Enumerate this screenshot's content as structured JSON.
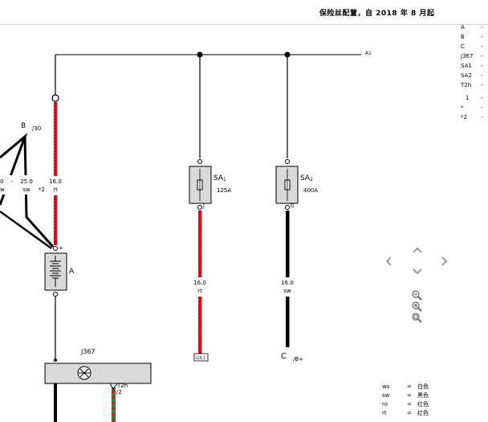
{
  "header": {
    "title": "保险丝配置，自 2018 年 8 月起"
  },
  "right_legend": [
    {
      "key": "A",
      "dash": "-"
    },
    {
      "key": "B",
      "dash": "-"
    },
    {
      "key": "C",
      "dash": "-"
    },
    {
      "key": "J367",
      "dash": "-"
    },
    {
      "key": "SA1",
      "dash": "-"
    },
    {
      "key": "SA2",
      "dash": "-"
    },
    {
      "key": "T2h",
      "dash": "-"
    },
    {
      "key": "1",
      "dash": "-"
    },
    {
      "key": "*",
      "dash": "-"
    },
    {
      "key": "*2",
      "dash": "-"
    }
  ],
  "diagram": {
    "bus_label": "A1",
    "b_label": "B",
    "b_ref": "/30",
    "wire_left_a": {
      "size": "0",
      "color": "w"
    },
    "wire_left_b": {
      "size": "25.0",
      "color": "sw"
    },
    "wire_left_dash": "-",
    "wire_left_note": "*2",
    "wire_battery": {
      "size": "16.0",
      "color": "rt"
    },
    "battery_label": "A",
    "battery_plus": "+",
    "j367_label": "J367",
    "t2h_label": "T2h",
    "t2h_pin": "/2",
    "sa1": {
      "label": "SA",
      "sub": "1",
      "rating": "125A",
      "pin": "J"
    },
    "sa2": {
      "label": "SA",
      "sub": "2",
      "rating": "400A",
      "pin": "G"
    },
    "wire_sa1": {
      "size": "16.0",
      "color": "rt"
    },
    "wire_sa2": {
      "size": "16.0",
      "color": "sw"
    },
    "sa1_connector": "G3.1",
    "c_label": "C",
    "c_ref": "/B+"
  },
  "color_legend": [
    {
      "code": "ws",
      "eq": "=",
      "name": "白色"
    },
    {
      "code": "sw",
      "eq": "=",
      "name": "黑色"
    },
    {
      "code": "ro",
      "eq": "=",
      "name": "红色"
    },
    {
      "code": "rt",
      "eq": "=",
      "name": "红色"
    }
  ],
  "colors": {
    "red": "#e8131b",
    "green": "#1f8b3a",
    "black": "#000000",
    "component_fill": "#d9d9d9",
    "nav_gray": "#9a9a9a"
  }
}
